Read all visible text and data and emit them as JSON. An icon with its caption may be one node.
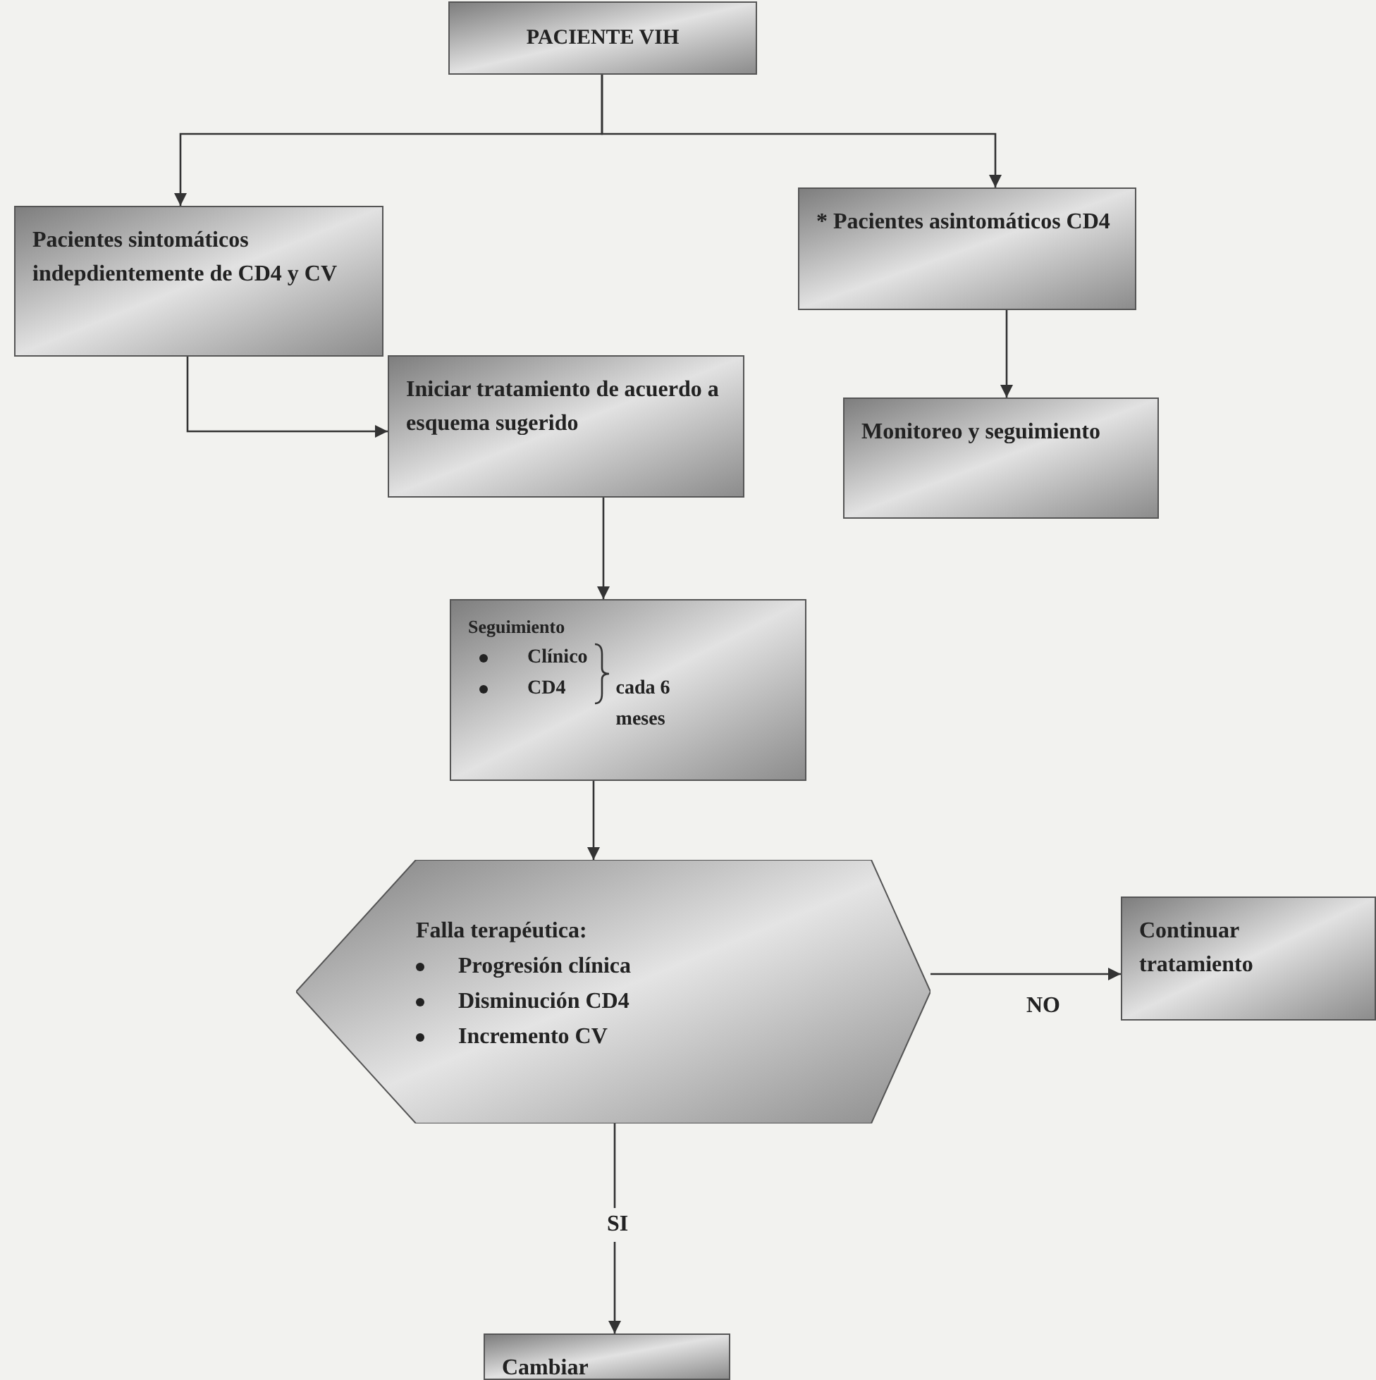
{
  "diagram": {
    "nodes": [
      {
        "text": [
          "PACIENTE VIH"
        ]
      },
      {
        "text": [
          "Pacientes sintomáticos indepdientemente de CD4 y CV"
        ]
      },
      {
        "text": [
          "* Pacientes asintomáticos CD4"
        ]
      },
      {
        "text": [
          "Iniciar tratamiento de acuerdo a esquema sugerido"
        ]
      },
      {
        "text": [
          "Monitoreo y seguimiento"
        ]
      },
      {
        "text": [
          "Seguimiento",
          "Clínico",
          "CD4",
          "cada 6 meses"
        ]
      },
      {
        "text": [
          "Falla terapéutica:",
          "Progresión clínica",
          "Disminución CD4",
          "Incremento CV"
        ]
      },
      {
        "text": [
          "Continuar tratamiento"
        ]
      },
      {
        "text": [
          "Cambiar"
        ]
      }
    ],
    "edges": [
      {
        "from": 0,
        "to": 1,
        "arrow": "to"
      },
      {
        "from": 0,
        "to": 2,
        "arrow": "to"
      },
      {
        "from": 1,
        "to": 3,
        "arrow": "to"
      },
      {
        "from": 2,
        "to": 4,
        "arrow": "to"
      },
      {
        "from": 3,
        "to": 5,
        "arrow": "to"
      },
      {
        "from": 5,
        "to": 6,
        "arrow": "to"
      },
      {
        "from": 6,
        "to": 7,
        "arrow": "to",
        "label": "NO"
      },
      {
        "from": 6,
        "to": 8,
        "arrow": "to",
        "label": "SI"
      }
    ]
  }
}
